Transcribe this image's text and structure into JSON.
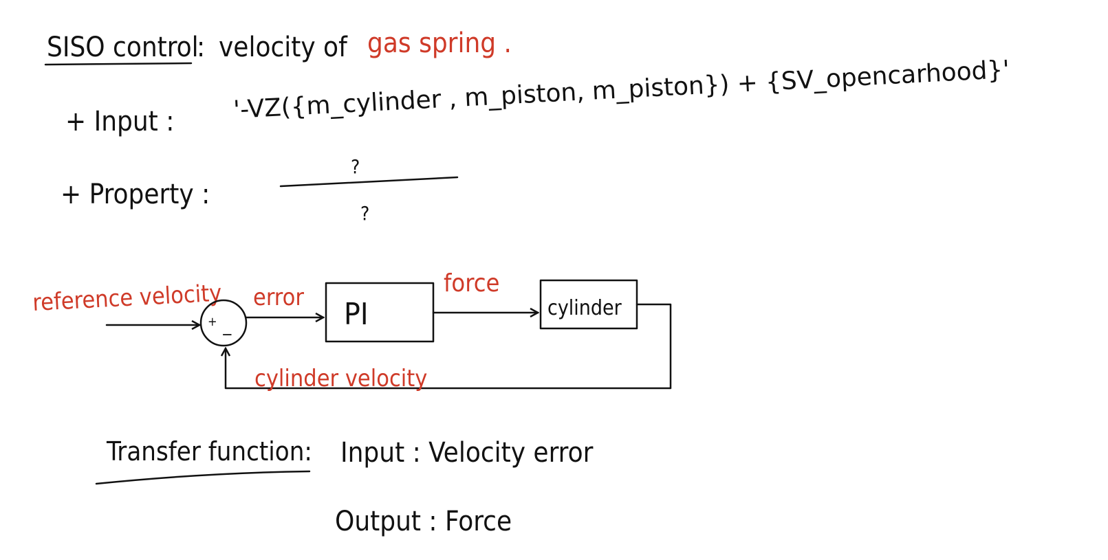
{
  "heading": {
    "title": "SISO control",
    "separator": ":",
    "subject_prefix": "velocity of",
    "subject_highlight": "gas spring ."
  },
  "input_line": {
    "label": "+ Input :",
    "value": "'-VZ({m_cylinder , m_piston, m_piston}) + {SV_opencarhood}'"
  },
  "property_line": {
    "label": "+ Property :",
    "numerator": "?",
    "denominator": "?"
  },
  "block_diagram": {
    "reference_label": "reference velocity",
    "sum_plus": "+",
    "sum_minus": "−",
    "error_label": "error",
    "controller_label": "PI",
    "force_label": "force",
    "plant_label": "cylinder",
    "feedback_label": "cylinder velocity"
  },
  "transfer_function": {
    "title": "Transfer function:",
    "input_label": "Input : Velocity error",
    "output_label": "Output : Force"
  },
  "colors": {
    "ink": "#111111",
    "accent": "#cf3a28"
  }
}
